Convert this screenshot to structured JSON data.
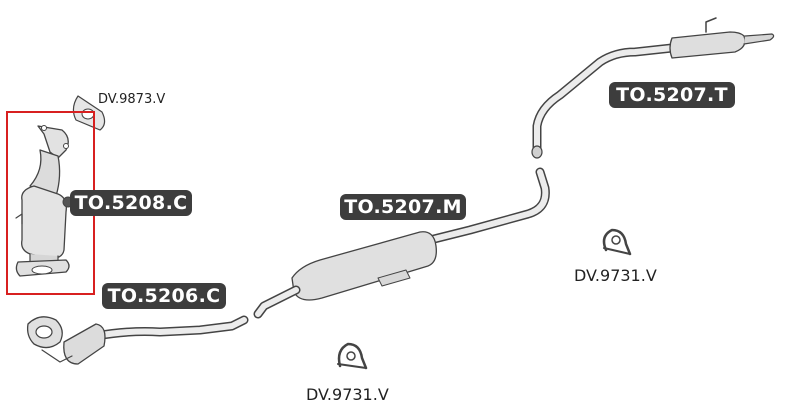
{
  "colors": {
    "label_bg": "#3d3d3d",
    "label_text": "#ffffff",
    "highlight": "#d82020",
    "part_stroke": "#444444",
    "part_fill": "#dcdcdc"
  },
  "parts": {
    "rear_silencer": {
      "code": "TO.5207.T"
    },
    "center_silencer": {
      "code": "TO.5207.M"
    },
    "catalytic_converter": {
      "code": "TO.5208.C"
    },
    "front_pipe": {
      "code": "TO.5206.C"
    },
    "gasket": {
      "code": "DV.9873.V"
    },
    "clamp_right": {
      "code": "DV.9731.V"
    },
    "clamp_bottom": {
      "code": "DV.9731.V"
    }
  }
}
